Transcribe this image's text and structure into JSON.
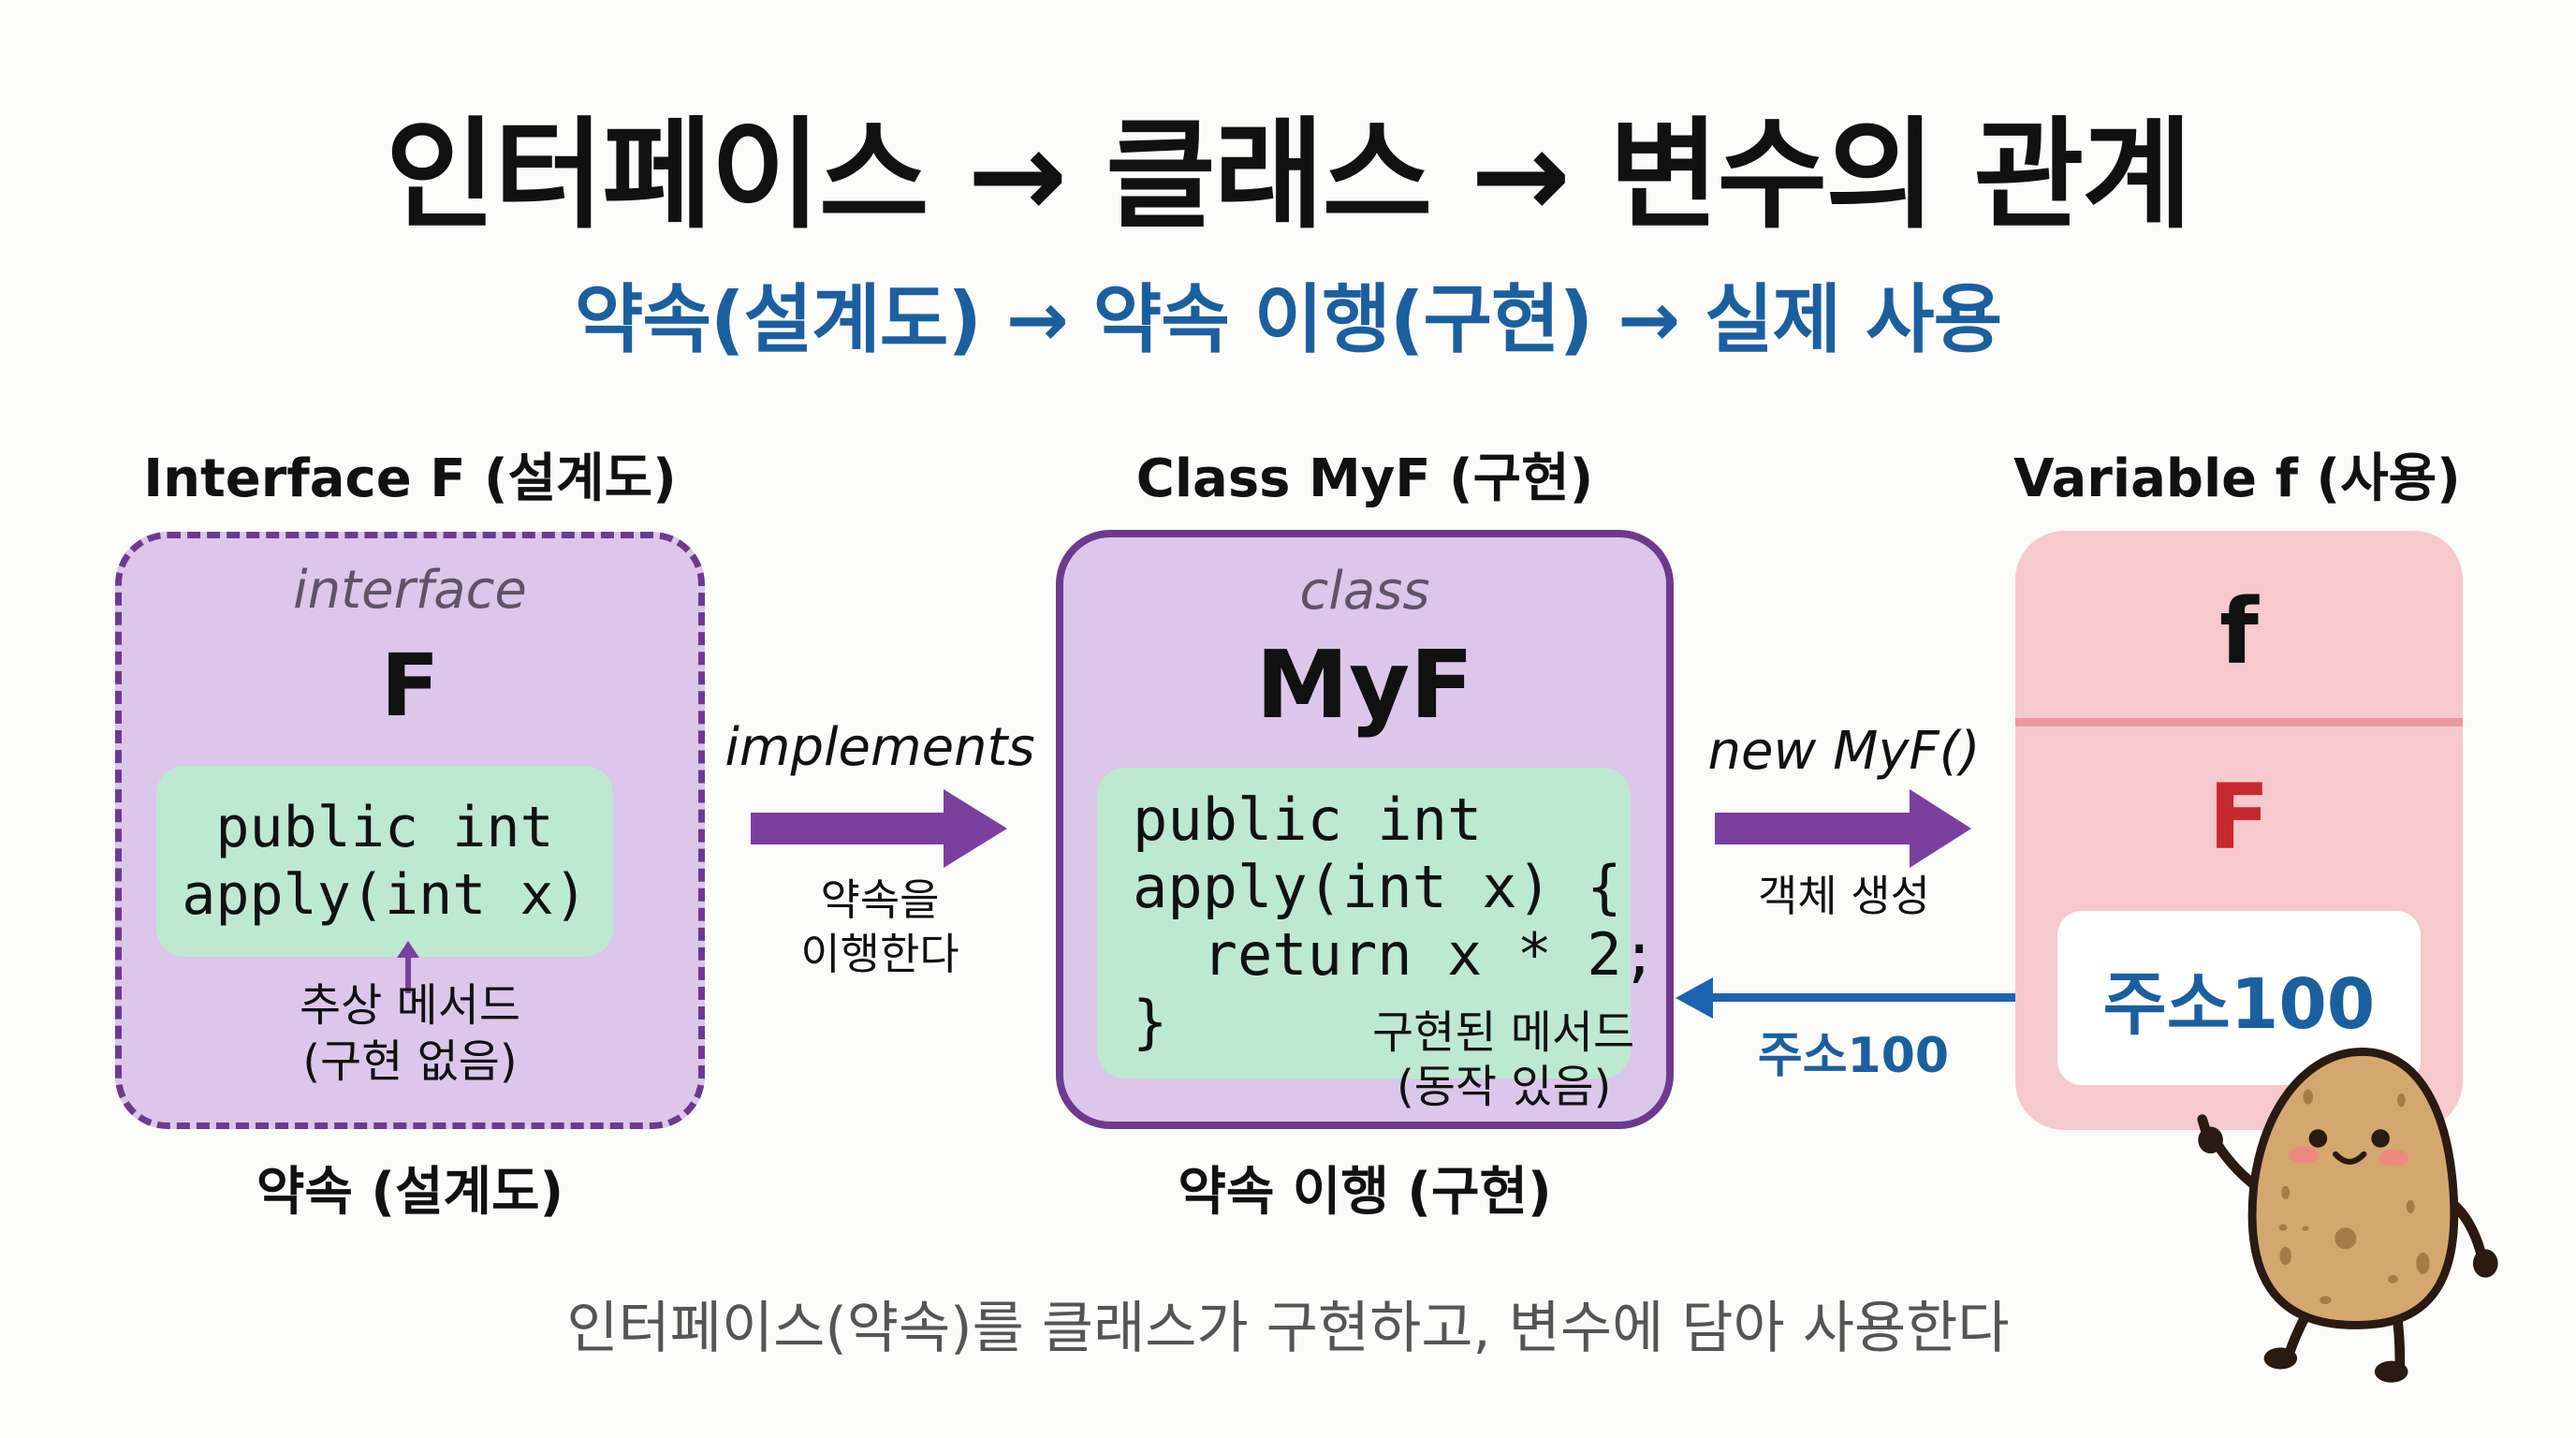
{
  "header": {
    "title": "인터페이스 → 클래스 → 변수의 관계",
    "subtitle": "약속(설계도) → 약속 이행(구현) → 실제 사용"
  },
  "interface_column": {
    "heading": "Interface F (설계도)",
    "kind": "interface",
    "name": "F",
    "code": "public int\napply(int x)",
    "note_line1": "추상 메서드",
    "note_line2": "(구현 없음)",
    "caption": "약속 (설계도)"
  },
  "implements_arrow": {
    "label": "implements",
    "sublabel_line1": "약속을",
    "sublabel_line2": "이행한다"
  },
  "class_column": {
    "heading": "Class MyF (구현)",
    "kind": "class",
    "name": "MyF",
    "code": "public int\napply(int x) {\n  return x * 2;\n}",
    "note_line1": "구현된 메서드",
    "note_line2": "(동작 있음)",
    "caption": "약속 이행 (구현)"
  },
  "new_arrow": {
    "label": "new MyF()",
    "sublabel": "객체 생성"
  },
  "reference_arrow": {
    "label": "주소100"
  },
  "variable_column": {
    "heading": "Variable f (사용)",
    "name": "f",
    "type": "F",
    "value": "주소100"
  },
  "footer": {
    "summary": "인터페이스(약속)를 클래스가 구현하고, 변수에 담아 사용한다"
  },
  "mascot": {
    "icon": "potato-mascot-icon"
  },
  "colors": {
    "purple_border": "#6e3a8e",
    "purple_fill": "#dcc6ea",
    "green_fill": "#bde9d1",
    "pink_fill": "#f6c9cc",
    "pink_divider": "#e89a9f",
    "blue_accent": "#1c5f9f",
    "red_type": "#c6282e",
    "arrow_purple": "#7b3f9e"
  }
}
